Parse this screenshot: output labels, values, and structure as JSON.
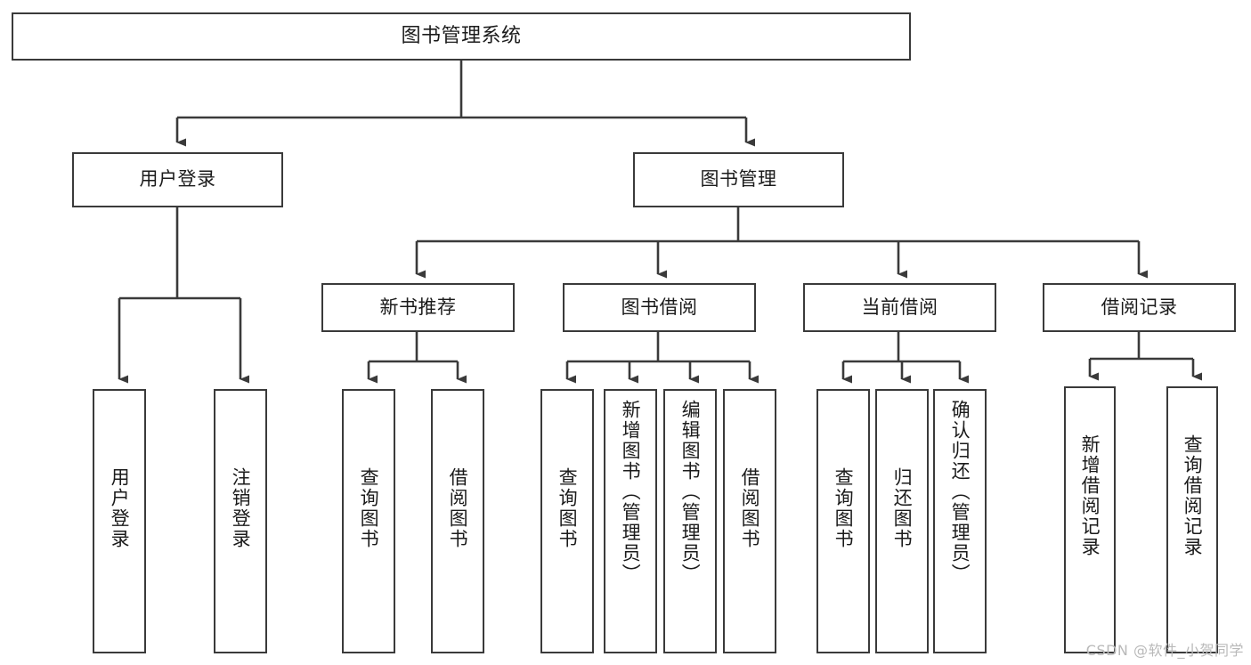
{
  "diagram": {
    "title": "图书管理系统",
    "type": "tree",
    "watermark": "CSDN @软件_小贺同学",
    "colors": {
      "box_border": "#3a3a3a",
      "box_fill": "#ffffff",
      "connector": "#3a3a3a",
      "text": "#1b1b1b",
      "watermark": "#b9b9b9",
      "background": "#ffffff"
    },
    "root": {
      "label": "图书管理系统"
    },
    "level1": [
      {
        "label": "用户登录"
      },
      {
        "label": "图书管理"
      }
    ],
    "level2": [
      {
        "label": "新书推荐"
      },
      {
        "label": "图书借阅"
      },
      {
        "label": "当前借阅"
      },
      {
        "label": "借阅记录"
      }
    ],
    "leaves": {
      "user_login": [
        {
          "label": "用户登录"
        },
        {
          "label": "注销登录"
        }
      ],
      "new_book_recommend": [
        {
          "label": "查询图书"
        },
        {
          "label": "借阅图书"
        }
      ],
      "book_borrow": [
        {
          "label": "查询图书"
        },
        {
          "label": "新增图书（管理员）"
        },
        {
          "label": "编辑图书（管理员）"
        },
        {
          "label": "借阅图书"
        }
      ],
      "current_borrow": [
        {
          "label": "查询图书"
        },
        {
          "label": "归还图书"
        },
        {
          "label": "确认归还（管理员）"
        }
      ],
      "borrow_record": [
        {
          "label": "新增借阅记录"
        },
        {
          "label": "查询借阅记录"
        }
      ]
    }
  }
}
